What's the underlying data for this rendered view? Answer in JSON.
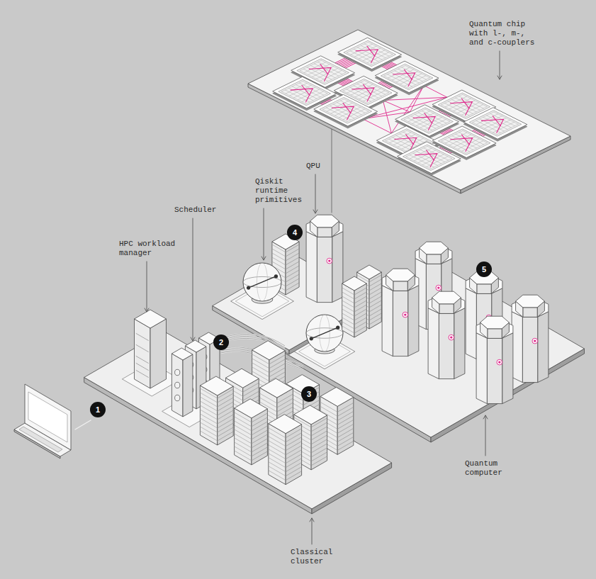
{
  "diagram": {
    "labels": [
      "Quantum chip with l-, m-, and c-couplers",
      "QPU",
      "Qiskit runtime primitives",
      "Scheduler",
      "HPC workload manager",
      "4",
      "5",
      "2",
      "3",
      "1",
      "Quantum computer",
      "Classical cluster"
    ]
  }
}
